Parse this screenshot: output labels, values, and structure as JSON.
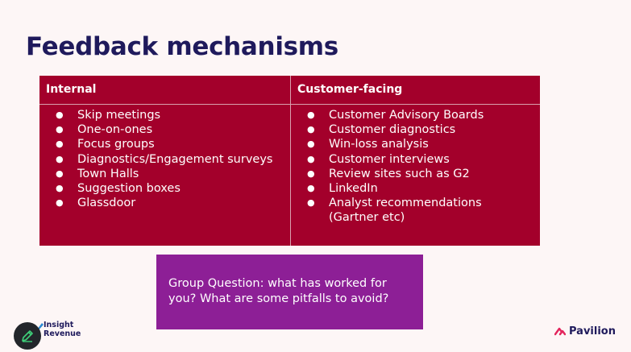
{
  "slide": {
    "title": "Feedback mechanisms"
  },
  "table": {
    "internal": {
      "header": "Internal",
      "items": [
        "Skip meetings",
        "One-on-ones",
        "Focus groups",
        "Diagnostics/Engagement surveys",
        "Town Halls",
        "Suggestion boxes",
        "Glassdoor"
      ]
    },
    "customer_facing": {
      "header": "Customer-facing",
      "items": [
        "Customer Advisory Boards",
        "Customer diagnostics",
        "Win-loss analysis",
        "Customer interviews",
        "Review sites such as G2",
        "LinkedIn",
        "Analyst recommendations (Gartner etc)"
      ]
    },
    "bullet_glyph": "●"
  },
  "question_box": {
    "text": "Group Question: what has worked for you? What are some pitfalls to avoid?"
  },
  "logos": {
    "insight_revenue_line1": "Insight",
    "insight_revenue_line2": "Revenue",
    "pavilion": "Pavilion"
  },
  "icons": {
    "edit_button": "pencil-icon",
    "insight_logo_mark": "chart-arrow-icon",
    "pavilion_logo_mark": "pavilion-chevron-icon"
  },
  "colors": {
    "background": "#fdf6f6",
    "title": "#1f1a5c",
    "table_fill": "#a3002b",
    "question_fill": "#8d1f96",
    "pavilion_accent": "#e3245c"
  }
}
